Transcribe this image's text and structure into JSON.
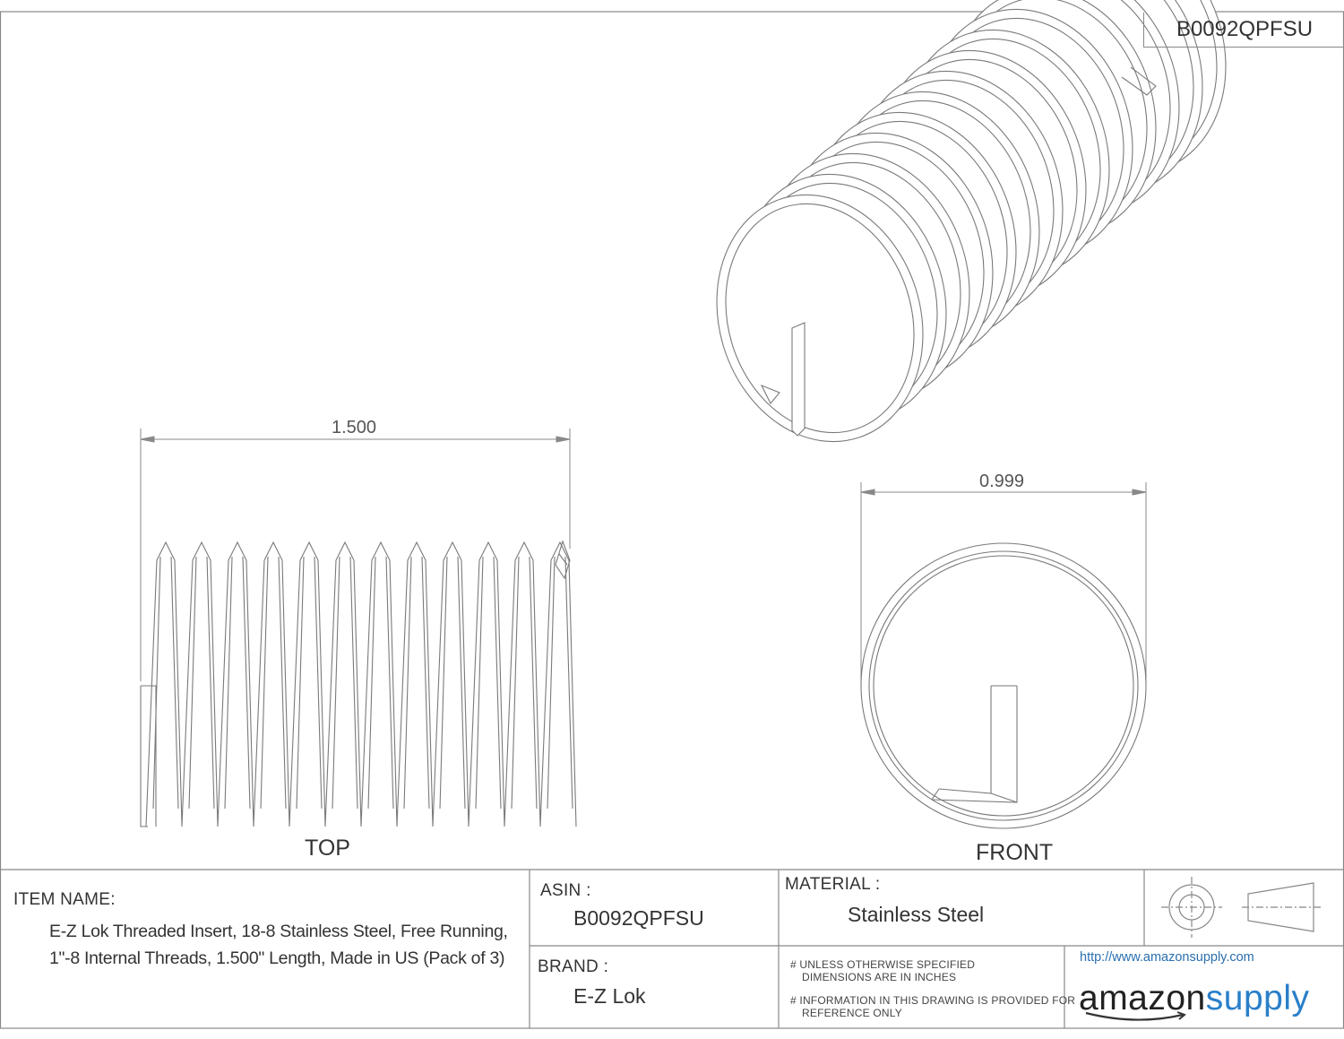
{
  "part_number": "B0092QPFSU",
  "dimensions": {
    "length": "1.500",
    "diameter": "0.999"
  },
  "views": {
    "top_label": "TOP",
    "front_label": "FRONT"
  },
  "title_block": {
    "item_name_label": "ITEM NAME:",
    "item_name_value": "E-Z Lok Threaded Insert, 18-8 Stainless Steel, Free Running, 1\"-8 Internal Threads, 1.500\" Length, Made in US (Pack of 3)",
    "asin_label": "ASIN :",
    "asin_value": "B0092QPFSU",
    "brand_label": "BRAND :",
    "brand_value": "E-Z Lok",
    "material_label": "MATERIAL :",
    "material_value": "Stainless Steel",
    "note_1_line_1": "# UNLESS OTHERWISE SPECIFIED",
    "note_1_line_2": "DIMENSIONS ARE IN INCHES",
    "note_2_line_1": "# INFORMATION IN THIS DRAWING IS PROVIDED FOR",
    "note_2_line_2": "REFERENCE ONLY",
    "url": "http://www.amazonsupply.com",
    "logo_part_1": "amazon",
    "logo_part_2": "supply"
  },
  "colors": {
    "line": "#7a7a7a",
    "logo_blue": "#2a7fc9"
  }
}
